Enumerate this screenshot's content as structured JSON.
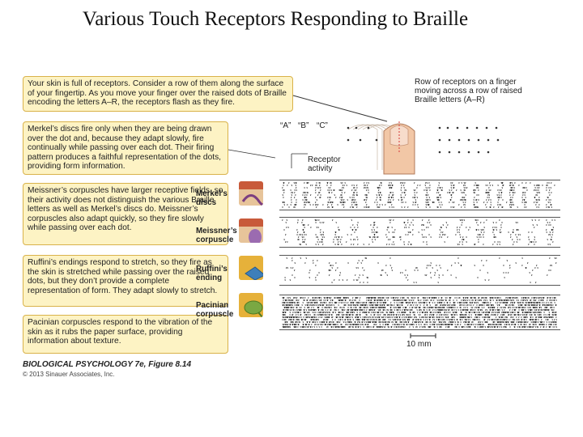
{
  "title": "Various Touch Receptors Responding to Braille",
  "callouts": {
    "intro": "Your skin is full of receptors. Consider a row of them along the surface of your fingertip. As you move your finger over the raised dots of Braille encoding the letters A–R, the receptors flash as they fire.",
    "merkel": "Merkel’s discs fire only when they are being drawn over the dot and, because they adapt slowly, fire continually while passing over each dot. Their firing pattern produces a faithful representation of the dots, providing form information.",
    "meissner": "Meissner’s corpuscles have larger receptive fields, so their activity does not distinguish the various Braille letters as well as Merkel’s discs do. Meissner’s corpuscles also adapt quickly, so they fire slowly while passing over each dot.",
    "ruffini": "Ruffini’s endings respond to stretch, so they fire as the skin is stretched while passing over the raised dots, but they don’t provide a complete representation of form. They adapt slowly to stretch.",
    "pacinian": "Pacinian corpuscles respond to the vibration of the skin as it rubs the paper surface, providing information about texture."
  },
  "diagram": {
    "finger_label": "Row of receptors on a finger moving across a row of raised Braille letters (A–R)",
    "letters": [
      "“A”",
      "“B”",
      "“C”"
    ],
    "activity_label": "Receptor activity",
    "scale_label": "10 mm"
  },
  "receptors": [
    {
      "name": "Merkel’s discs",
      "color": "#c9a06a"
    },
    {
      "name": "Meissner’s corpuscle",
      "color": "#9b6bb0"
    },
    {
      "name": "Ruffini’s ending",
      "color": "#d9a534"
    },
    {
      "name": "Pacinian corpuscle",
      "color": "#7aa843"
    }
  ],
  "footer": {
    "figure": "BIOLOGICAL PSYCHOLOGY 7e, Figure 8.14",
    "copyright": "© 2013 Sinauer Associates, Inc."
  }
}
